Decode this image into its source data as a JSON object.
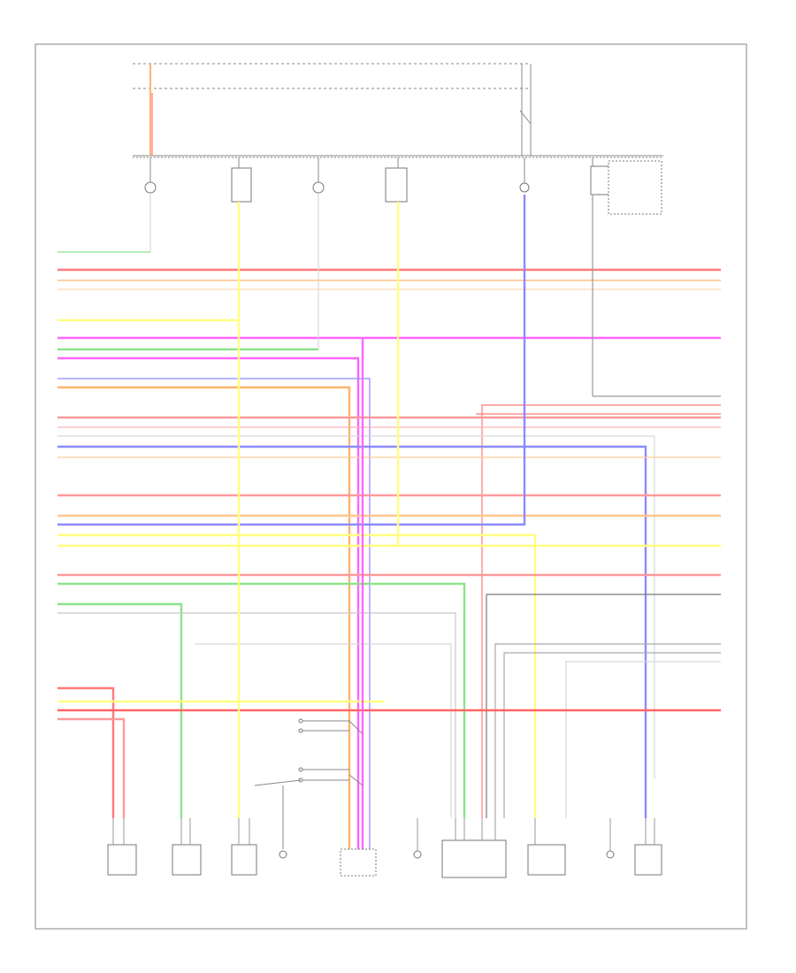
{
  "diagram": {
    "code": "",
    "colors": {
      "red": "#ff7a7a",
      "orange": "#ffb36b",
      "peach": "#ffd9b0",
      "yellow": "#ffff80",
      "magenta": "#ff66ff",
      "green": "#8be38b",
      "blue": "#8a8aff",
      "gray": "#b8b8b8",
      "lightgray": "#d8d8d8",
      "black": "#444444"
    },
    "top_labels": [
      "",
      "",
      "",
      "",
      "",
      "",
      "",
      ""
    ],
    "header_components": [
      "",
      "",
      "",
      "",
      "",
      "",
      ""
    ],
    "wire_labels_left": [
      "",
      "",
      "",
      "",
      "",
      "",
      "",
      "",
      "",
      "",
      "",
      "",
      "",
      "",
      "",
      "",
      "",
      "",
      "",
      "",
      ""
    ],
    "wire_labels_right": [
      "",
      "",
      "",
      "",
      "",
      "",
      "",
      "",
      "",
      "",
      "",
      "",
      "",
      "",
      "",
      "",
      ""
    ],
    "bottom_components": [
      {
        "id": "c1",
        "label": ""
      },
      {
        "id": "c2",
        "label": ""
      },
      {
        "id": "c3",
        "label": ""
      },
      {
        "id": "c4",
        "label": ""
      },
      {
        "id": "c5",
        "label": ""
      },
      {
        "id": "c6",
        "label": ""
      },
      {
        "id": "c7",
        "label": ""
      },
      {
        "id": "c8",
        "label": ""
      },
      {
        "id": "c9",
        "label": ""
      },
      {
        "id": "c10",
        "label": ""
      }
    ]
  }
}
